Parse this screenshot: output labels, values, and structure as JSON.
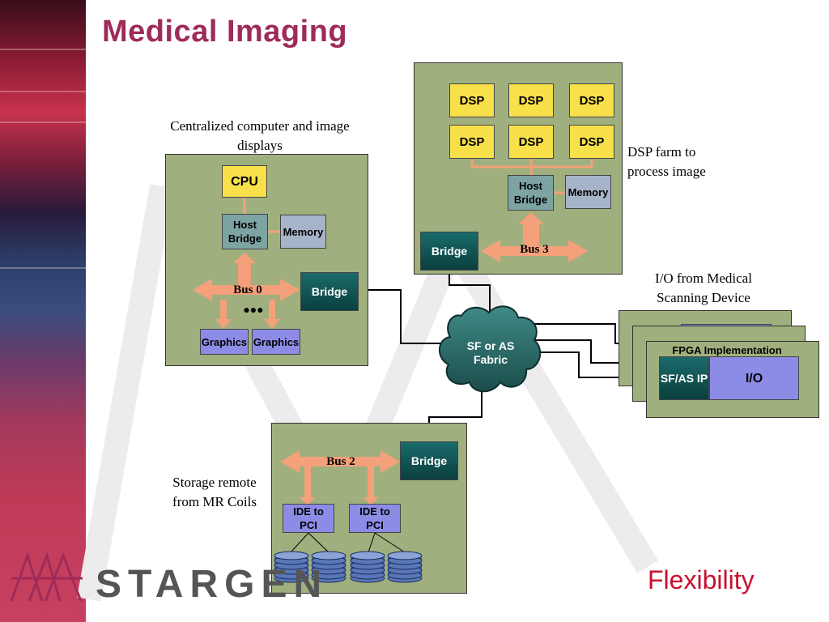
{
  "title": "Medical Imaging",
  "captions": {
    "central": "Centralized computer and image displays",
    "dsp_farm": "DSP farm to process image",
    "io_device": "I/O from Medical Scanning Device",
    "storage": "Storage remote from MR Coils"
  },
  "dsp_farm": {
    "dsp_label": "DSP",
    "host_bridge": "Host Bridge",
    "memory": "Memory",
    "bridge": "Bridge",
    "bus": "Bus 3"
  },
  "central": {
    "cpu": "CPU",
    "host_bridge": "Host Bridge",
    "memory": "Memory",
    "bus": "Bus 0",
    "bridge": "Bridge",
    "ellipsis": "●●●",
    "graphics": "Graphics"
  },
  "fabric": {
    "label": "SF or AS Fabric"
  },
  "fpga": {
    "title": "FPGA Implementation",
    "ip": "SF/AS IP",
    "io": "I/O"
  },
  "storage": {
    "bus": "Bus 2",
    "bridge": "Bridge",
    "ide": "IDE to PCI"
  },
  "logo": "STARGEN",
  "footer": "Flexibility",
  "colors": {
    "title": "#9e2b5a",
    "panel": "#9fb07e",
    "dsp": "#f7e04a",
    "bridge": "#0b3f3f",
    "arrow": "#f4a07a",
    "purple": "#8c8ce6",
    "footer": "#c8102e"
  }
}
